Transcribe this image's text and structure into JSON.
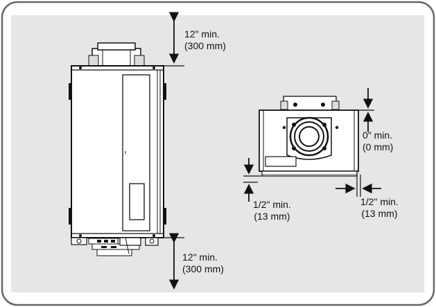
{
  "colors": {
    "frame_stroke": "#666666",
    "content_bg": "#e6e6e6",
    "unit_fill": "#ffffff",
    "line": "#111111",
    "dark": "#222222"
  },
  "labels": {
    "top_clearance": {
      "line1": "12\" min.",
      "line2": "(300 mm)"
    },
    "bottom_clearance": {
      "line1": "12\" min.",
      "line2": "(300 mm)"
    },
    "top_view_front_clearance": {
      "line1": "0\" min.",
      "line2": "(0 mm)"
    },
    "top_view_back_clearance": {
      "line1": "1/2\" min.",
      "line2": "(13 mm)"
    },
    "top_view_side_clearance": {
      "line1": "1/2\" min.",
      "line2": "(13 mm)"
    }
  }
}
